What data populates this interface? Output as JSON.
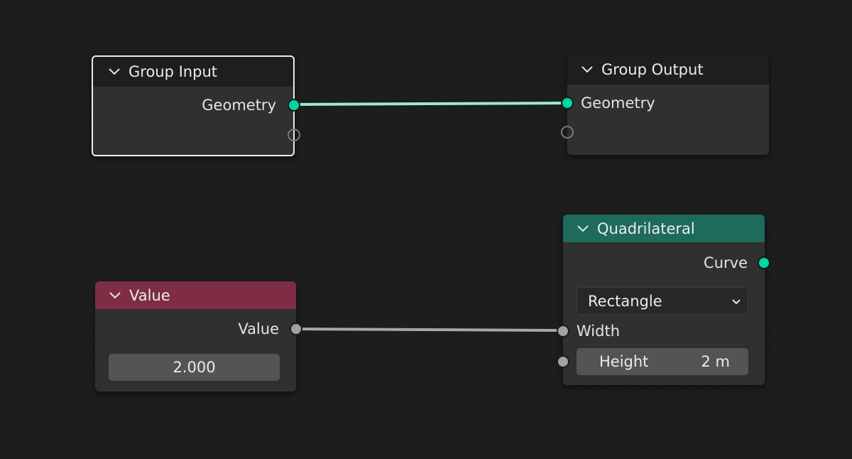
{
  "colors": {
    "background": "#1d1d1d",
    "node_body": "#303030",
    "geometry_socket": "#00d6a3",
    "float_socket": "#a1a1a1",
    "geometry_link": "#9ee8d6",
    "float_link": "#a8a8a8",
    "value_header": "#7e2d45",
    "quadrilateral_header": "#1e6b5c"
  },
  "group_input": {
    "title": "Group Input",
    "outputs": [
      "Geometry"
    ]
  },
  "group_output": {
    "title": "Group Output",
    "inputs": [
      "Geometry"
    ]
  },
  "value_node": {
    "title": "Value",
    "output_label": "Value",
    "field_value": "2.000"
  },
  "quadrilateral": {
    "title": "Quadrilateral",
    "output_label": "Curve",
    "mode": "Rectangle",
    "width_label": "Width",
    "height_label": "Height",
    "height_value": "2 m"
  }
}
